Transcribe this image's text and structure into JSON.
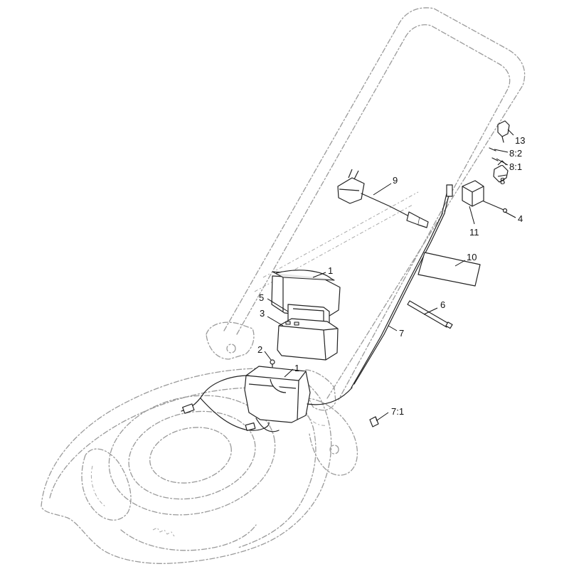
{
  "callouts": [
    {
      "id": "c1a",
      "label": "1"
    },
    {
      "id": "c1b",
      "label": "1"
    },
    {
      "id": "c2",
      "label": "2"
    },
    {
      "id": "c3",
      "label": "3"
    },
    {
      "id": "c4",
      "label": "4"
    },
    {
      "id": "c5",
      "label": "5"
    },
    {
      "id": "c6",
      "label": "6"
    },
    {
      "id": "c7",
      "label": "7"
    },
    {
      "id": "c71",
      "label": "7:1"
    },
    {
      "id": "c8",
      "label": "8"
    },
    {
      "id": "c81",
      "label": "8:1"
    },
    {
      "id": "c82",
      "label": "8:2"
    },
    {
      "id": "c9",
      "label": "9"
    },
    {
      "id": "c10",
      "label": "10"
    },
    {
      "id": "c11",
      "label": "11"
    },
    {
      "id": "c13",
      "label": "13"
    }
  ]
}
